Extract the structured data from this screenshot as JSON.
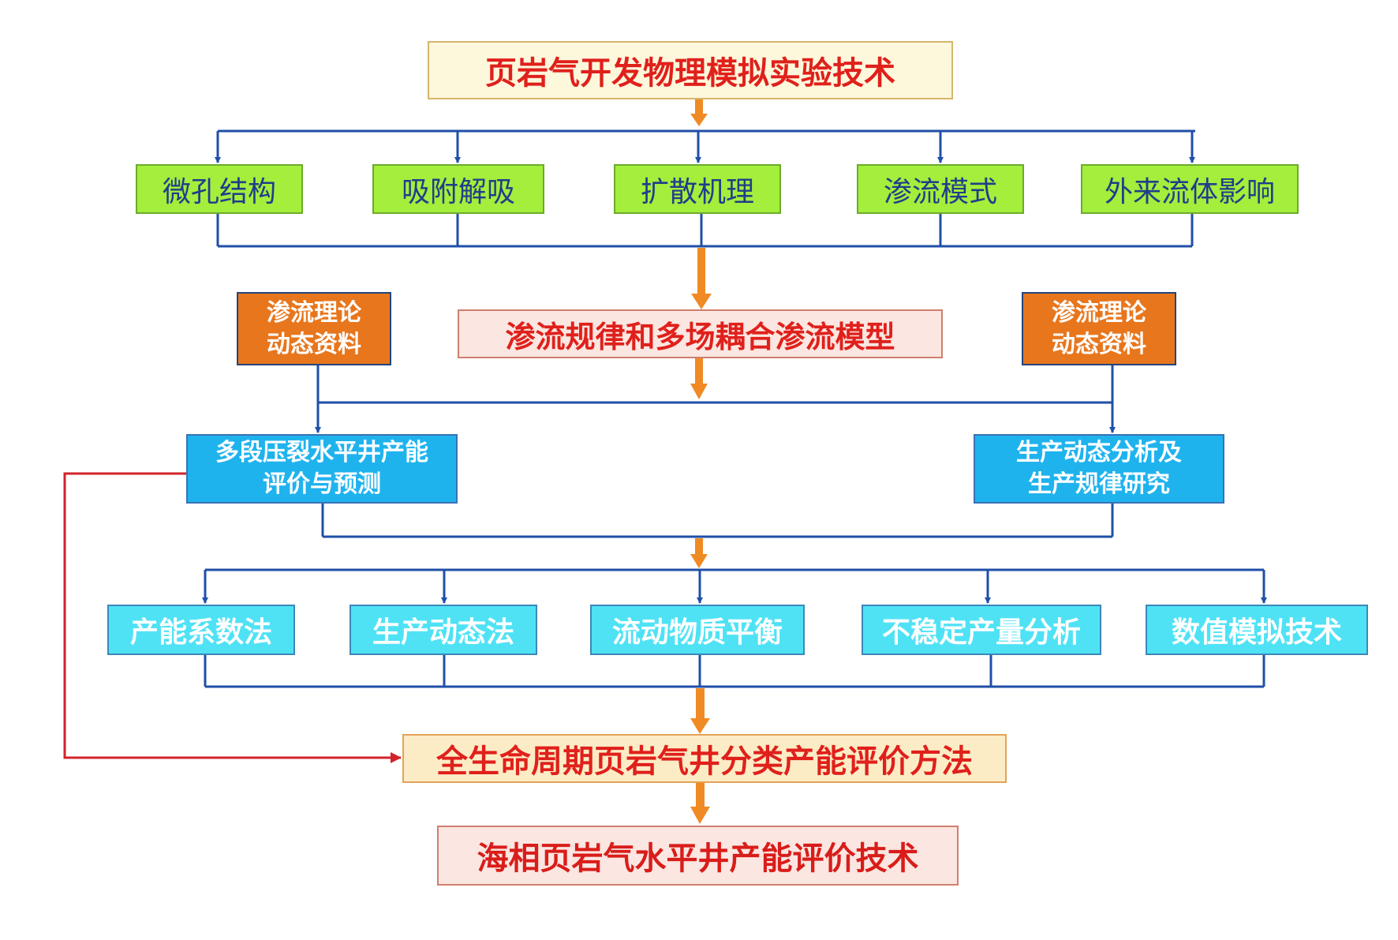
{
  "top": {
    "title": "页岩气开发物理模拟实验技术"
  },
  "mechanisms": [
    "微孔结构",
    "吸附解吸",
    "扩散机理",
    "渗流模式",
    "外来流体影响"
  ],
  "model": {
    "title": "渗流规律和多场耦合渗流模型"
  },
  "inputs": {
    "left": [
      "渗流理论",
      "动态资料"
    ],
    "right": [
      "渗流理论",
      "动态资料"
    ]
  },
  "analyses": {
    "left": [
      "多段压裂水平井产能",
      "评价与预测"
    ],
    "right": [
      "生产动态分析及",
      "生产规律研究"
    ]
  },
  "methods": [
    "产能系数法",
    "生产动态法",
    "流动物质平衡",
    "不稳定产量分析",
    "数值模拟技术"
  ],
  "lifecycle": {
    "title": "全生命周期页岩气井分类产能评价方法"
  },
  "final": {
    "title": "海相页岩气水平井产能评价技术"
  },
  "colors": {
    "connector_blue": "#1f4fa8",
    "arrow_orange": "#f08a24",
    "feedback_red": "#d2232a"
  }
}
